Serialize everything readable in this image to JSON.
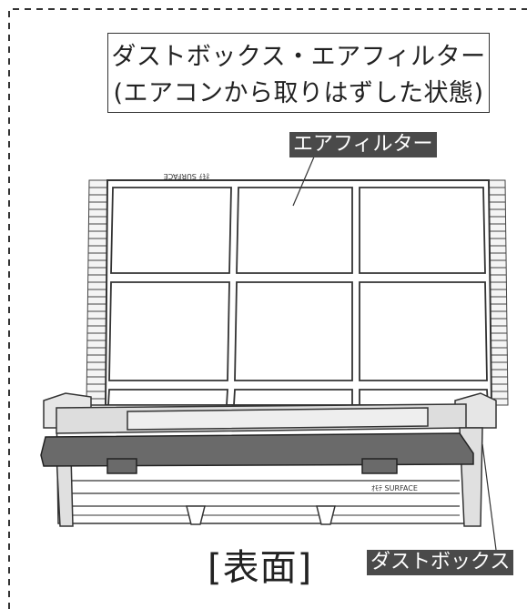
{
  "title": {
    "line1": "ダストボックス・エアフィルター",
    "line2": "(エアコンから取りはずした状態)"
  },
  "labels": {
    "air_filter": "エアフィルター",
    "dust_box": "ダストボックス"
  },
  "caption": "[表面]",
  "stamps": {
    "filter_top": "ｵﾓﾃ SURFACE",
    "box_front": "ｵﾓﾃ SURFACE"
  },
  "colors": {
    "tag_bg": "#4a4a4a",
    "dust_box_bar": "#6a6a6a",
    "line": "#333333"
  }
}
